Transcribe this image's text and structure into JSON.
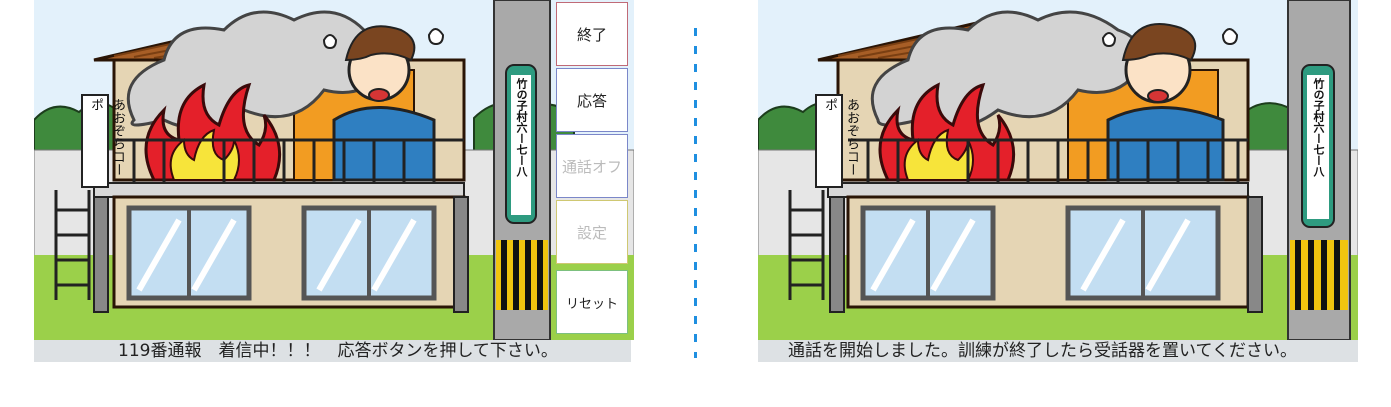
{
  "colors": {
    "sky": "#e3f1fb",
    "grass": "#9bd04a",
    "divider": "#1f8fe0",
    "status_bg": "#dde1e4",
    "flame_red": "#e4202a",
    "flame_yellow": "#f7e43a",
    "window_blue": "#c3def2"
  },
  "left_panel": {
    "apartment_sign": "あおぞらコーポ",
    "pole_sign": "竹の子村六ー七ー八",
    "status": "119番通報　着信中！！！　応答ボタンを押して下さい。",
    "buttons": [
      {
        "label": "終了",
        "icon": "end-button",
        "border": "#c06a77",
        "enabled": true
      },
      {
        "label": "応答",
        "icon": "answer-button",
        "border": "#7b87c9",
        "enabled": true
      },
      {
        "label": "通話オフ",
        "icon": "call-off-button",
        "border": "#7b87c9",
        "enabled": false
      },
      {
        "label": "設定",
        "icon": "settings-button",
        "border": "#cfc872",
        "enabled": false
      },
      {
        "label": "リセット",
        "icon": "reset-button",
        "border": "#7cc07f",
        "enabled": true
      }
    ]
  },
  "right_panel": {
    "apartment_sign": "あおぞらコーポ",
    "pole_sign": "竹の子村六ー七ー八",
    "status": "通話を開始しました。訓練が終了したら受話器を置いてください。"
  }
}
